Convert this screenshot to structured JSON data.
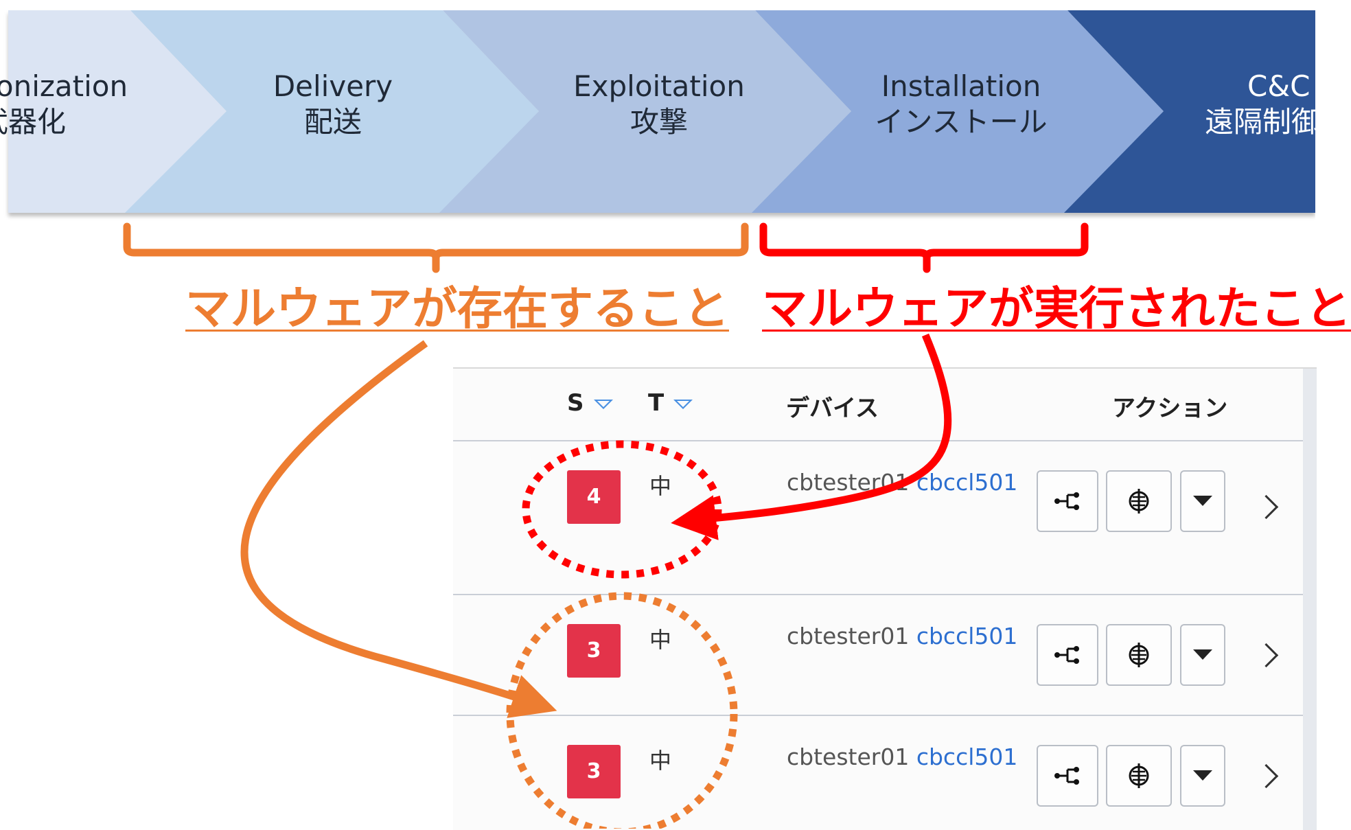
{
  "kill_chain": {
    "stages": [
      {
        "en": "onization",
        "ja": "武器化"
      },
      {
        "en": "Delivery",
        "ja": "配送"
      },
      {
        "en": "Exploitation",
        "ja": "攻撃"
      },
      {
        "en": "Installation",
        "ja": "インストール"
      },
      {
        "en": "C&C",
        "ja": "遠隔制御"
      }
    ],
    "colors": [
      "#dbe4f3",
      "#bcd5ed",
      "#b0c4e3",
      "#8eaadb",
      "#2f5597"
    ]
  },
  "captions": {
    "left": "マルウェアが存在すること",
    "right": "マルウェアが実行されたこと",
    "left_color": "#ed7d31",
    "right_color": "#ff0000"
  },
  "table": {
    "headers": {
      "s": "S",
      "t": "T",
      "device": "デバイス",
      "action": "アクション"
    },
    "rows": [
      {
        "severity": "4",
        "threat": "中",
        "device": "cbtester01",
        "link": "cbccl501"
      },
      {
        "severity": "3",
        "threat": "中",
        "device": "cbtester01",
        "link": "cbccl501"
      },
      {
        "severity": "3",
        "threat": "中",
        "device": "cbtester01",
        "link": "cbccl501"
      }
    ],
    "action_icons": [
      "process-tree-icon",
      "investigate-target-icon",
      "dropdown-caret-icon",
      "chevron-right-icon"
    ]
  }
}
